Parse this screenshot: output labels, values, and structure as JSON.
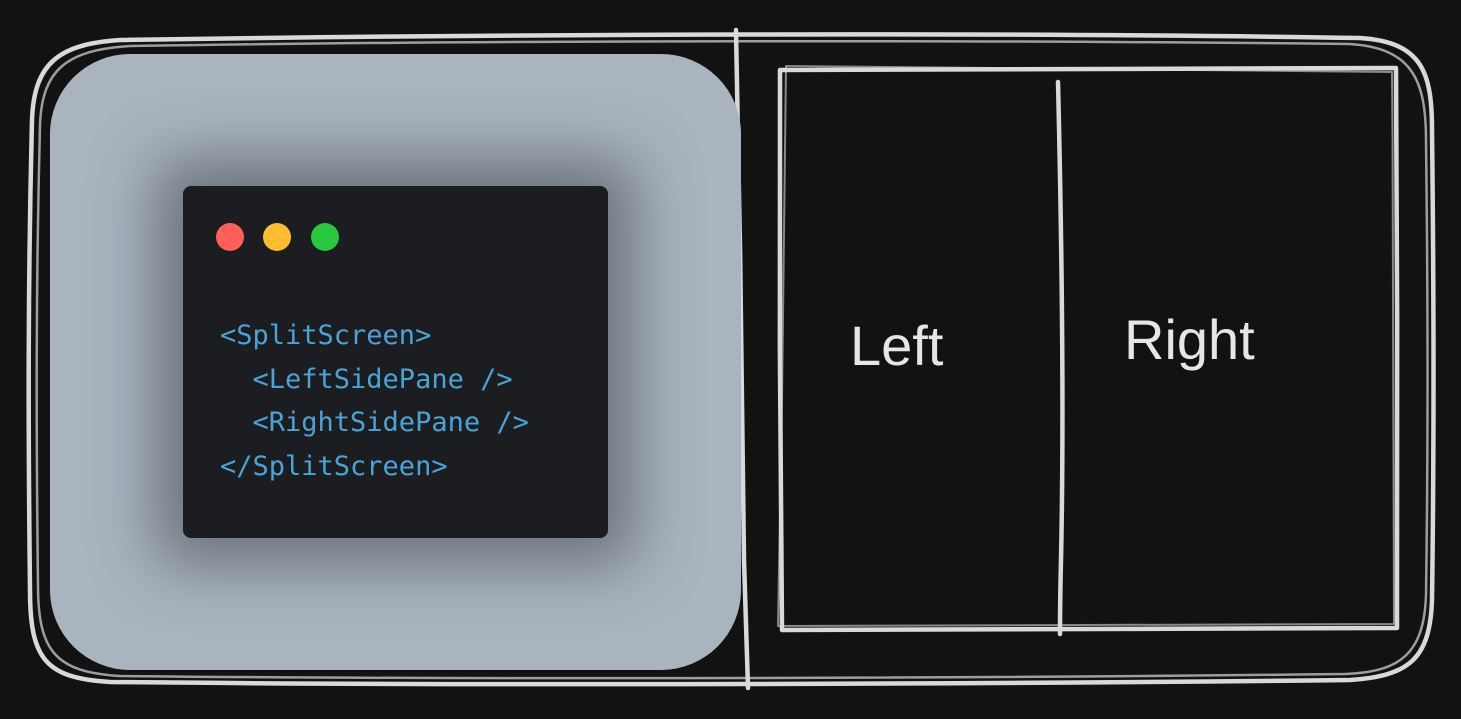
{
  "colors": {
    "background": "#121212",
    "sketch_stroke": "#d9d9d9",
    "panel_background": "#a9b4bf",
    "code_window_background": "#1c1d20",
    "code_text": "#4aa3d6",
    "label_text": "#e6e6e6"
  },
  "code_window": {
    "traffic_lights": [
      {
        "name": "close",
        "color": "#fe5f57"
      },
      {
        "name": "minimize",
        "color": "#febc2e"
      },
      {
        "name": "zoom",
        "color": "#28c840"
      }
    ],
    "lines": [
      "<SplitScreen>",
      "  <LeftSidePane />",
      "  <RightSidePane />",
      "</SplitScreen>"
    ]
  },
  "panes": {
    "left_label": "Left",
    "right_label": "Right"
  }
}
